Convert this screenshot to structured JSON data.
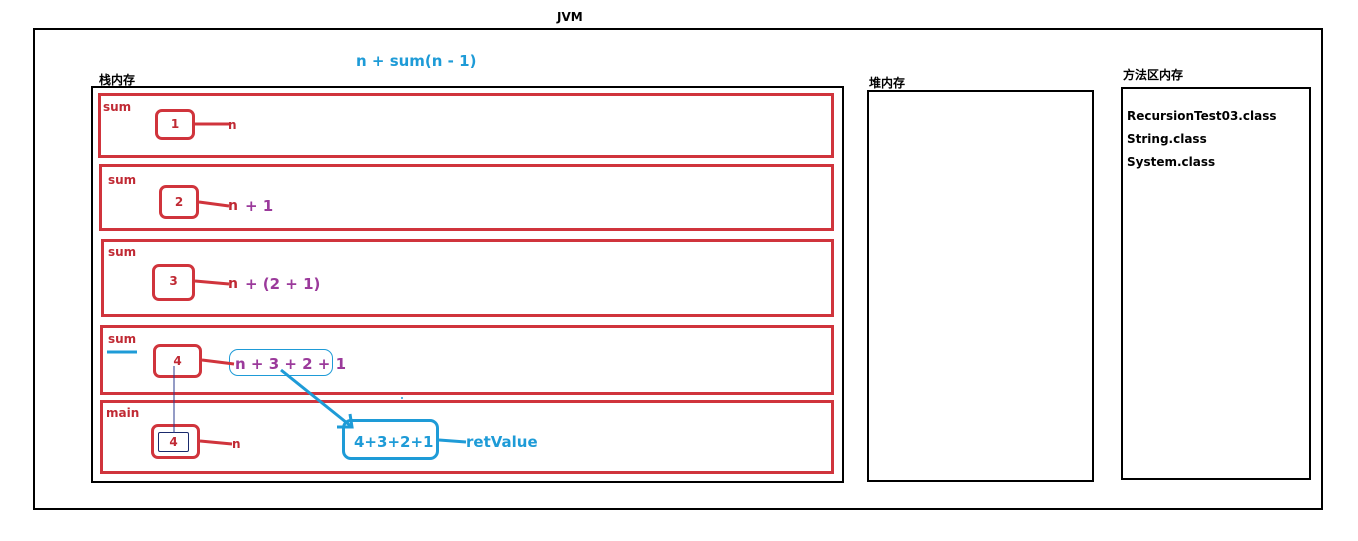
{
  "title": "JVM",
  "formula": "n + sum(n - 1)",
  "stack": {
    "label": "栈内存",
    "frames": [
      {
        "name": "sum",
        "value": "1",
        "var": "n",
        "expr": ""
      },
      {
        "name": "sum",
        "value": "2",
        "var": "n",
        "expr": "+ 1"
      },
      {
        "name": "sum",
        "value": "3",
        "var": "n",
        "expr": "+ (2 + 1)"
      },
      {
        "name": "sum",
        "value": "4",
        "var": "",
        "expr": "n + 3 + 2 + 1"
      },
      {
        "name": "main",
        "value": "4",
        "var": "n",
        "expr": ""
      }
    ],
    "return_box": "4+3+2+1",
    "return_label": "retValue"
  },
  "heap": {
    "label": "堆内存"
  },
  "method_area": {
    "label": "方法区内存",
    "classes": [
      "RecursionTest03.class",
      "String.class",
      "System.class"
    ]
  },
  "colors": {
    "frame": "#d0343c",
    "expr": "#9b3a9b",
    "return": "#1e9bd7",
    "outline": "#000000"
  }
}
